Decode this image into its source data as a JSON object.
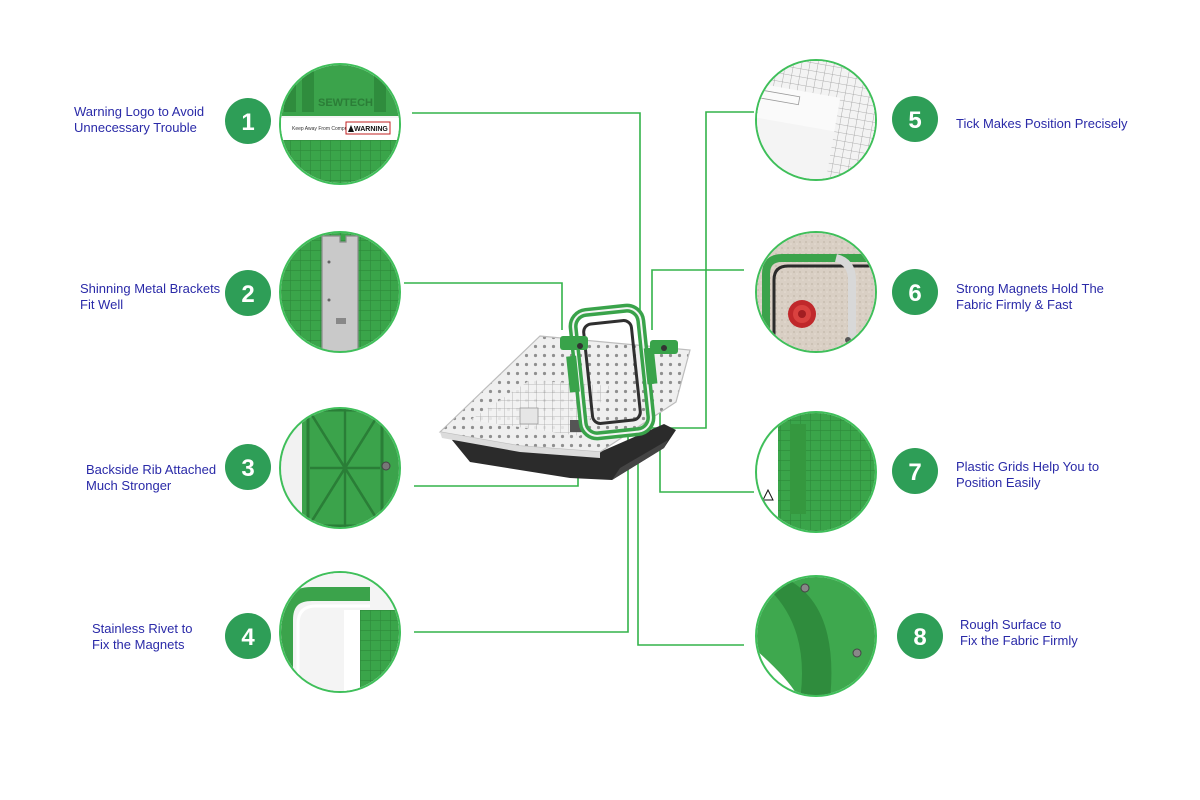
{
  "accent_color": "#2e9e57",
  "line_color": "#33b34a",
  "label_color": "#2a2aa8",
  "features": [
    {
      "number": "1",
      "text": "Warning Logo to Avoid\nUnnecessary Trouble"
    },
    {
      "number": "2",
      "text": "Shinning Metal Brackets\nFit Well"
    },
    {
      "number": "3",
      "text": "Backside Rib Attached\nMuch Stronger"
    },
    {
      "number": "4",
      "text": "Stainless Rivet to\nFix the Magnets"
    },
    {
      "number": "5",
      "text": "Tick Makes Position Precisely"
    },
    {
      "number": "6",
      "text": "Strong Magnets Hold The\nFabric Firmly & Fast"
    },
    {
      "number": "7",
      "text": "Plastic Grids Help You to\nPosition Easily"
    },
    {
      "number": "8",
      "text": "Rough Surface to\nFix the Fabric Firmly"
    }
  ],
  "detail_images": [
    {
      "icon": "warning-label-closeup",
      "brand_text": "SEWTECH",
      "warning_text": "WARNING",
      "note_text": "Keep Away From Computer"
    },
    {
      "icon": "metal-bracket-closeup"
    },
    {
      "icon": "backside-rib-closeup"
    },
    {
      "icon": "rivet-corner-closeup"
    },
    {
      "icon": "tick-grid-closeup"
    },
    {
      "icon": "magnet-fabric-closeup"
    },
    {
      "icon": "plastic-grid-closeup"
    },
    {
      "icon": "rough-surface-closeup"
    }
  ],
  "product_icon": "magnetic-hoop-station-product"
}
